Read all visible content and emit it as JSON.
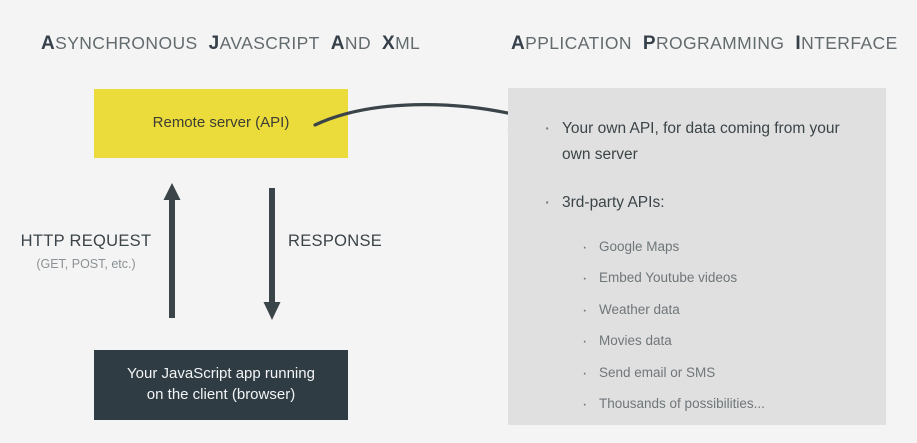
{
  "headings": {
    "left": {
      "name": "asynchronous-javascript-and-xml",
      "words": [
        {
          "cap": "A",
          "rest": "SYNCHRONOUS"
        },
        {
          "cap": "J",
          "rest": "AVASCRIPT"
        },
        {
          "cap": "A",
          "rest": "ND"
        },
        {
          "cap": "X",
          "rest": "ML"
        }
      ]
    },
    "right": {
      "name": "application-programming-interface",
      "words": [
        {
          "cap": "A",
          "rest": "PPLICATION"
        },
        {
          "cap": "P",
          "rest": "ROGRAMMING"
        },
        {
          "cap": "I",
          "rest": "NTERFACE"
        }
      ]
    }
  },
  "boxes": {
    "remote_server": {
      "label": "Remote server (API)",
      "color": "#ecdc3b",
      "text_color": "#3d3d33"
    },
    "client_app": {
      "line1": "Your JavaScript app running",
      "line2": "on the client (browser)",
      "color": "#2f3c43",
      "text_color": "#f2f4f5"
    }
  },
  "arrows": {
    "request": {
      "title": "HTTP REQUEST",
      "subtitle": "(GET, POST, etc.)",
      "direction": "up"
    },
    "response": {
      "title": "RESPONSE",
      "direction": "down"
    },
    "curved": {
      "direction": "right",
      "from": "remote-server-box",
      "to": "api-panel"
    },
    "color": "#3b4448"
  },
  "api_panel": {
    "background": "#e0e0e0",
    "bullets": [
      {
        "marker": "·",
        "text": "Your own API, for data coming from your own server",
        "level": 1
      },
      {
        "marker": "·",
        "text": "3rd-party APIs:",
        "level": 1
      }
    ],
    "sub_bullets": [
      {
        "marker": "·",
        "text": "Google Maps"
      },
      {
        "marker": "·",
        "text": "Embed Youtube videos"
      },
      {
        "marker": "·",
        "text": "Weather data"
      },
      {
        "marker": "·",
        "text": "Movies data"
      },
      {
        "marker": "·",
        "text": "Send email or SMS"
      },
      {
        "marker": "·",
        "text": "Thousands of possibilities..."
      }
    ]
  },
  "canvas": {
    "background": "#f4f4f4"
  }
}
